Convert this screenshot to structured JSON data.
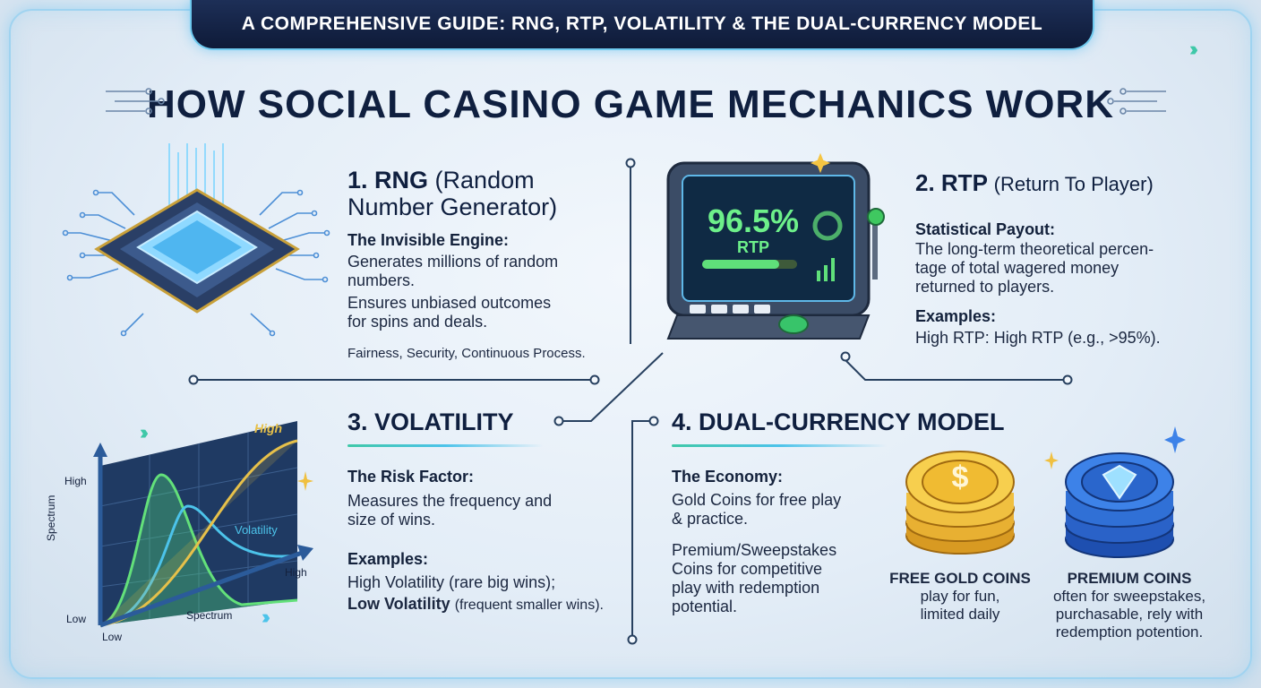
{
  "banner": {
    "title": "A COMPREHENSIVE GUIDE: RNG, RTP, VOLATILITY & THE DUAL-CURRENCY MODEL"
  },
  "main_title": "HOW SOCIAL CASINO GAME MECHANICS WORK",
  "colors": {
    "navy": "#0f1f3f",
    "accent_cyan": "#4cc3ea",
    "accent_green": "#3fc8a8"
  },
  "rng": {
    "heading": "1. RNG",
    "heading_paren_1": "(Random",
    "heading_paren_2": "Number Generator)",
    "sub": "The Invisible Engine:",
    "line1a": "Generates millions of random",
    "line1b": "numbers.",
    "line2a": "Ensures unbiased outcomes",
    "line2b": "for spins and deals.",
    "tags": "Fairness, Security, Continuous Process."
  },
  "rtp": {
    "heading": "2. RTP",
    "heading_paren": "(Return To Player)",
    "sub": "Statistical Payout:",
    "line1": "The long-term theoretical percen-",
    "line2": "tage of total wagered money",
    "line3": "returned to players.",
    "examples_label": "Examples:",
    "example": "High RTP: High RTP (e.g., >95%).",
    "screen_value": "96.5%",
    "screen_label": "RTP"
  },
  "volatility": {
    "heading": "3. VOLATILITY",
    "sub": "The Risk Factor:",
    "line1": "Measures the frequency and",
    "line2": "size of wins.",
    "examples_label": "Examples:",
    "ex1_bold": "High Volatility",
    "ex1_rest": "(rare big wins);",
    "ex2_bold": "Low Volatility",
    "ex2_rest": "(frequent smaller wins).",
    "chart": {
      "curve_label_high": "High",
      "curve_label_vol": "Volatility",
      "y_high": "High",
      "y_low": "Low",
      "y_axis": "Spectrum",
      "x_high": "High",
      "x_low": "Low",
      "x_axis": "Spectrum"
    }
  },
  "dual": {
    "heading": "4. DUAL-CURRENCY MODEL",
    "sub": "The Economy:",
    "p1a": "Gold Coins for free play",
    "p1b": "& practice.",
    "p2a": "Premium/Sweepstakes",
    "p2b": "Coins for competitive",
    "p2c": "play with redemption",
    "p2d": "potential.",
    "gold": {
      "title": "FREE GOLD COINS",
      "l1": "play for fun,",
      "l2": "limited daily",
      "symbol": "$"
    },
    "premium": {
      "title": "PREMIUM COINS",
      "l1": "often for sweepstakes,",
      "l2": "purchasable, rely with",
      "l3": "redemption potention."
    }
  }
}
